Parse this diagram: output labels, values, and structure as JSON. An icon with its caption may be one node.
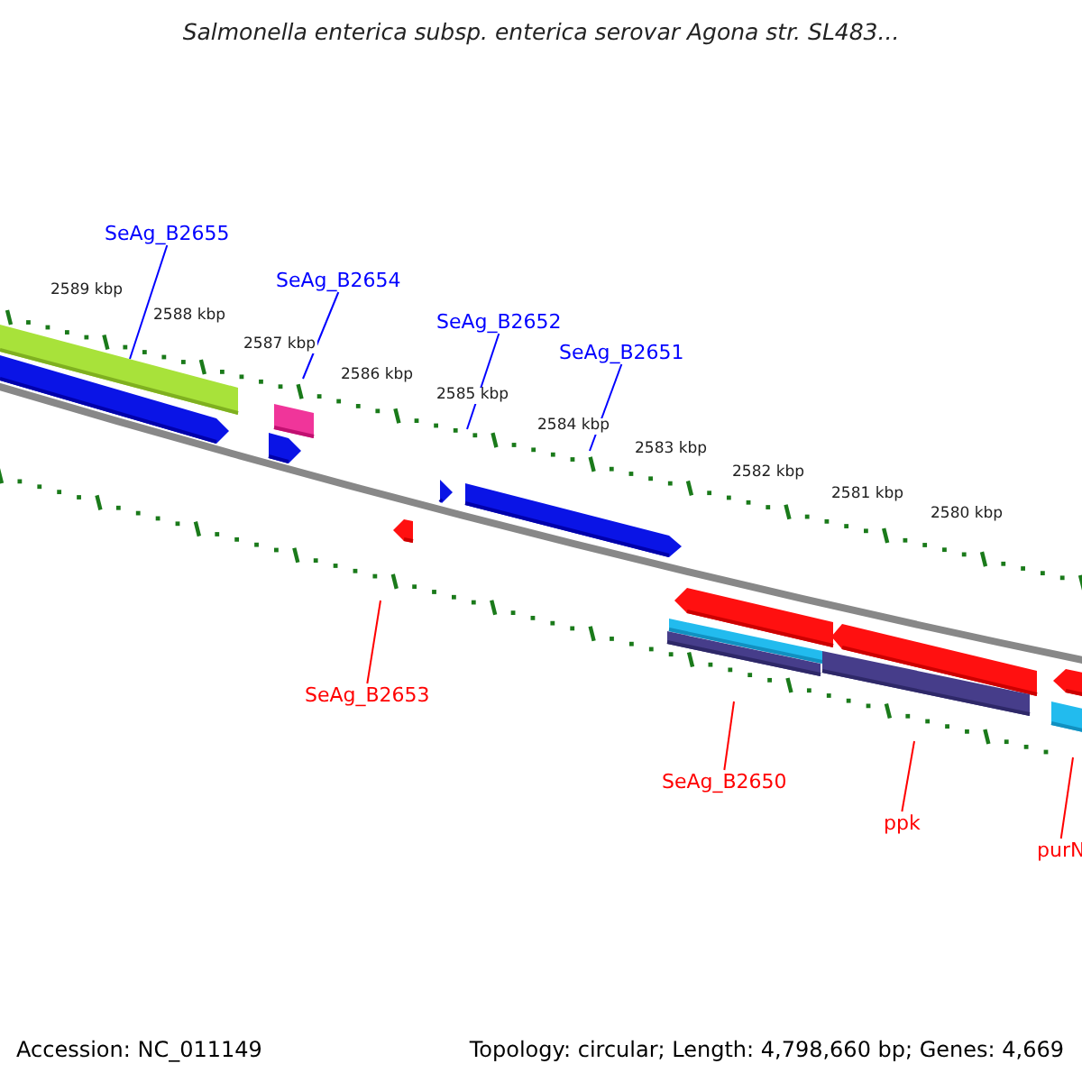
{
  "diagram": {
    "title": "Salmonella enterica subsp. enterica serovar Agona str. SL483...",
    "nodes": [
      {
        "text": [
          "SeAg_B2655"
        ]
      },
      {
        "text": [
          "SeAg_B2654"
        ]
      },
      {
        "text": [
          "SeAg_B2652"
        ]
      },
      {
        "text": [
          "SeAg_B2651"
        ]
      },
      {
        "text": [
          "SeAg_B2653"
        ]
      },
      {
        "text": [
          "SeAg_B2650"
        ]
      },
      {
        "text": [
          "ppk"
        ]
      },
      {
        "text": [
          "purN"
        ]
      },
      {
        "text": [],
        "shape": "bar"
      }
    ],
    "edges": [
      {
        "from": 0,
        "to": 8,
        "arrow": "none"
      },
      {
        "from": 1,
        "to": null,
        "arrow": "none"
      },
      {
        "from": 2,
        "to": null,
        "arrow": "none"
      },
      {
        "from": 3,
        "to": null,
        "arrow": "none"
      },
      {
        "from": 4,
        "to": null,
        "arrow": "none",
        "color": "#ff0000"
      },
      {
        "from": 5,
        "to": null,
        "arrow": "none",
        "color": "#ff0000"
      },
      {
        "from": 6,
        "to": null,
        "arrow": "none",
        "color": "#ff0000"
      },
      {
        "from": 7,
        "to": null,
        "arrow": "none",
        "color": "#ff0000"
      }
    ],
    "labels": [
      "2589 kbp",
      "2588 kbp",
      "2587 kbp",
      "2586 kbp",
      "2585 kbp",
      "2584 kbp",
      "2583 kbp",
      "2582 kbp",
      "2581 kbp",
      "2580 kbp",
      "Accession: NC_011149",
      "Topology: circular; Length: 4,798,660 bp; Genes: 4,669"
    ]
  }
}
